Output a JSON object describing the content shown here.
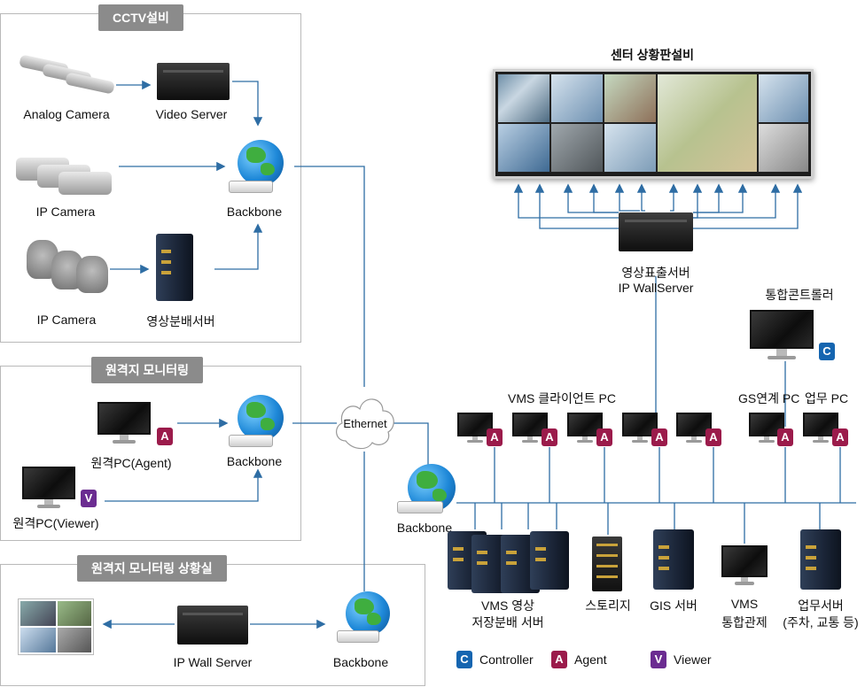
{
  "sections": {
    "cctv": "CCTV설비",
    "remote": "원격지 모니터링",
    "remote_room": "원격지 모니터링 상황실"
  },
  "cctv": {
    "analog_camera": "Analog Camera",
    "video_server": "Video Server",
    "ip_camera_1": "IP Camera",
    "ip_camera_2": "IP Camera",
    "video_dist_server": "영상분배서버",
    "backbone": "Backbone"
  },
  "remote": {
    "agent_pc": "원격PC(Agent)",
    "viewer_pc": "원격PC(Viewer)",
    "backbone": "Backbone"
  },
  "remote_room": {
    "ip_wall_server": "IP Wall Server",
    "backbone": "Backbone"
  },
  "center": {
    "wall_title": "센터 상황판설비",
    "display_server_line1": "영상표출서버",
    "display_server_line2": "IP WallServer",
    "integrated_controller": "통합콘트롤러",
    "vms_client_pc": "VMS 클라이언트 PC",
    "gs_pc": "GS연계 PC",
    "work_pc": "업무 PC",
    "ethernet": "Ethernet",
    "backbone": "Backbone",
    "vms_storage_line1": "VMS 영상",
    "vms_storage_line2": "저장분배 서버",
    "storage": "스토리지",
    "gis_server": "GIS 서버",
    "vms_control_line1": "VMS",
    "vms_control_line2": "통합관제",
    "work_server_line1": "업무서버",
    "work_server_line2": "(주차, 교통 등)"
  },
  "badges": {
    "A": "A",
    "C": "C",
    "V": "V"
  },
  "legend": {
    "controller": "Controller",
    "agent": "Agent",
    "viewer": "Viewer"
  },
  "colors": {
    "line": "#2e6da4",
    "section_tag": "#8b8b8b",
    "agent": "#9b1b4b",
    "controller": "#1565b0",
    "viewer": "#6b2c91"
  }
}
